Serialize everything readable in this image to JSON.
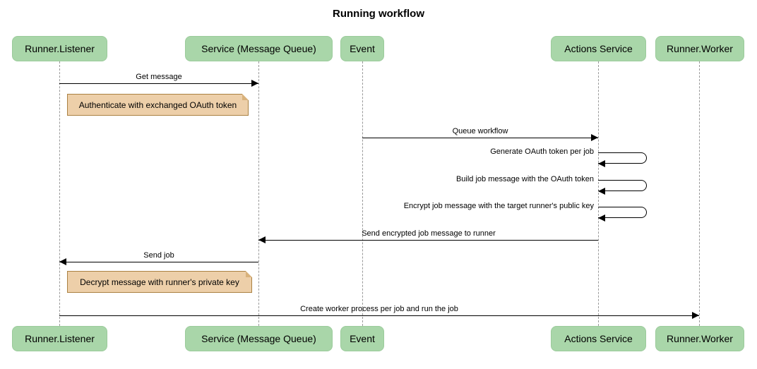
{
  "title": "Running workflow",
  "colors": {
    "background": "#ffffff",
    "actor_fill": "#a9d6a9",
    "actor_border": "#9bcb9b",
    "actor_text": "#000000",
    "note_fill": "#edcfa9",
    "note_border": "#aa8142",
    "note_fold": "#d9b27c",
    "lifeline": "#999999",
    "arrow": "#000000"
  },
  "actors": [
    {
      "id": "runner-listener",
      "label": "Runner.Listener"
    },
    {
      "id": "service-message-queue",
      "label": "Service (Message Queue)"
    },
    {
      "id": "event",
      "label": "Event"
    },
    {
      "id": "actions-service",
      "label": "Actions Service"
    },
    {
      "id": "runner-worker",
      "label": "Runner.Worker"
    }
  ],
  "messages": [
    {
      "label": "Get message",
      "from": "Runner.Listener",
      "to": "Service (Message Queue)",
      "arrow": "right"
    },
    {
      "label": "Queue workflow",
      "from": "Event",
      "to": "Actions Service",
      "arrow": "right"
    },
    {
      "label": "Generate OAuth token per job",
      "from": "Actions Service",
      "to": "Actions Service",
      "arrow": "self"
    },
    {
      "label": "Build job message with the OAuth token",
      "from": "Actions Service",
      "to": "Actions Service",
      "arrow": "self"
    },
    {
      "label": "Encrypt job message with the target runner's public key",
      "from": "Actions Service",
      "to": "Actions Service",
      "arrow": "self"
    },
    {
      "label": "Send encrypted job message to runner",
      "from": "Actions Service",
      "to": "Service (Message Queue)",
      "arrow": "left"
    },
    {
      "label": "Send job",
      "from": "Service (Message Queue)",
      "to": "Runner.Listener",
      "arrow": "left"
    },
    {
      "label": "Create worker process per job and run the job",
      "from": "Runner.Listener",
      "to": "Runner.Worker",
      "arrow": "right"
    }
  ],
  "notes": [
    {
      "label": "Authenticate with exchanged OAuth token"
    },
    {
      "label": "Decrypt message with runner's private key"
    }
  ]
}
